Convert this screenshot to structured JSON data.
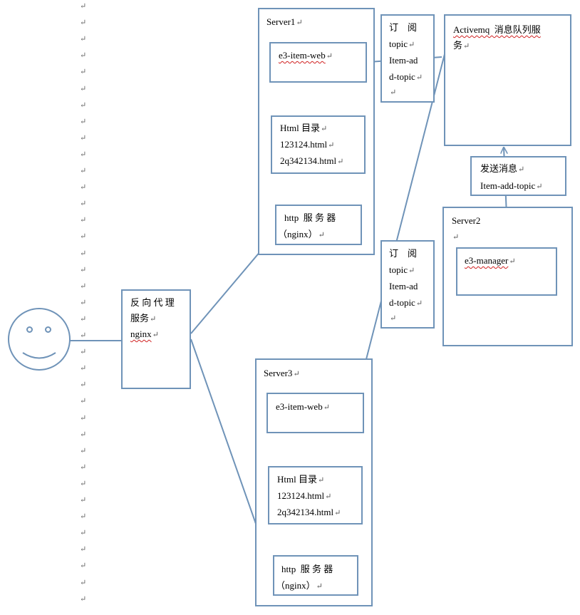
{
  "nodes": {
    "proxy": {
      "line1": "反 向 代 理",
      "line2": "服务",
      "line3": "nginx"
    },
    "server1": {
      "title": "Server1",
      "web": "e3-item-web",
      "html_title": "Html 目录",
      "file1": "123124.html",
      "file2": "2q342134.html",
      "http_line1": "http  服 务 器",
      "http_line2": "（nginx）"
    },
    "server3": {
      "title": "Server3",
      "web": "e3-item-web",
      "html_title": "Html 目录",
      "file1": "123124.html",
      "file2": "2q342134.html",
      "http_line1": "http  服 务 器",
      "http_line2": "（nginx）"
    },
    "sub_top": {
      "line1": "订    阅",
      "line2": "topic",
      "line3": "Item-ad",
      "line4": "d-topic"
    },
    "sub_bottom": {
      "line1": "订    阅",
      "line2": "topic",
      "line3": "Item-ad",
      "line4": "d-topic"
    },
    "activemq": {
      "line1": "Activemq  消息队列服",
      "line2": "务"
    },
    "send": {
      "line1": "发送消息",
      "line2": "Item-add-topic"
    },
    "server2": {
      "title": "Server2",
      "manager": "e3-manager"
    }
  },
  "paragraph_mark": "↵",
  "colors": {
    "stroke": "#6f93b8",
    "spellcheck": "#d02020"
  }
}
